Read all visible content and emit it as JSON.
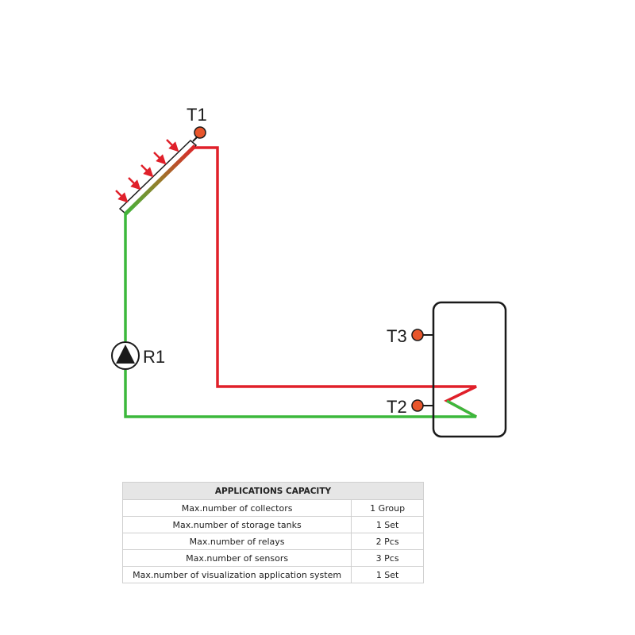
{
  "diagram": {
    "labels": {
      "t1": "T1",
      "t2": "T2",
      "t3": "T3",
      "r1": "R1"
    },
    "colors": {
      "hot_pipe": "#e0202a",
      "cold_pipe": "#3cb83c",
      "sensor": "#e8562c",
      "sun_arrow": "#e0202a",
      "outline": "#1a1a1a"
    }
  },
  "table": {
    "title": "APPLICATIONS CAPACITY",
    "rows": [
      {
        "item": "Max.number of collectors",
        "value": "1 Group"
      },
      {
        "item": "Max.number of storage tanks",
        "value": "1 Set"
      },
      {
        "item": "Max.number of relays",
        "value": "2 Pcs"
      },
      {
        "item": "Max.number of sensors",
        "value": "3 Pcs"
      },
      {
        "item": "Max.number of visualization application system",
        "value": "1 Set"
      }
    ]
  }
}
